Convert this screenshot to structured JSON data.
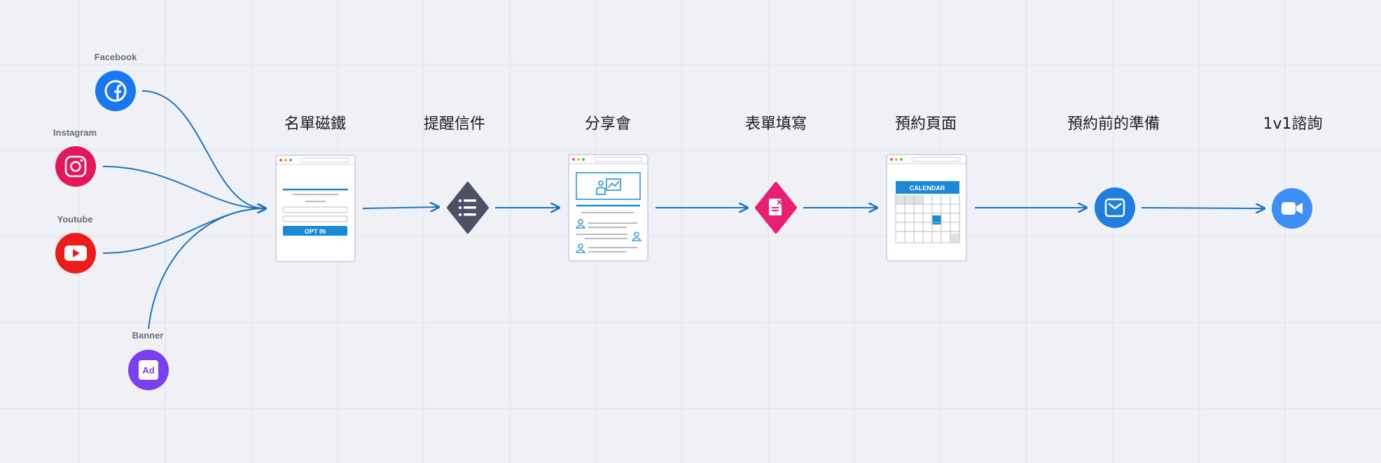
{
  "sources": [
    {
      "id": "facebook",
      "label": "Facebook",
      "icon": "facebook-icon",
      "color": "#1877f2"
    },
    {
      "id": "instagram",
      "label": "Instagram",
      "icon": "instagram-icon",
      "color": "#e4175c"
    },
    {
      "id": "youtube",
      "label": "Youtube",
      "icon": "youtube-icon",
      "color": "#ee1b1b"
    },
    {
      "id": "banner",
      "label": "Banner",
      "icon": "ad-icon",
      "color": "#7b3ff2",
      "icon_text": "Ad"
    }
  ],
  "stages": [
    {
      "id": "lead-magnet",
      "title": "名單磁鐵",
      "kind": "optin-page",
      "button": "OPT IN"
    },
    {
      "id": "reminder",
      "title": "提醒信件",
      "kind": "diamond-list",
      "color": "#4d5163"
    },
    {
      "id": "webinar",
      "title": "分享會",
      "kind": "webinar-page"
    },
    {
      "id": "form",
      "title": "表單填寫",
      "kind": "diamond-form",
      "color": "#ea1f72"
    },
    {
      "id": "booking",
      "title": "預約頁面",
      "kind": "calendar-page",
      "header": "CALENDAR"
    },
    {
      "id": "prep",
      "title": "預約前的準備",
      "kind": "email-circle",
      "color": "#1f7fe0"
    },
    {
      "id": "consult",
      "title": "1v1諮詢",
      "kind": "video-circle",
      "color": "#3d8ef5"
    }
  ],
  "colors": {
    "connector": "#1a76c4",
    "grid": "#e2e4ea",
    "page_border": "#c9ccd3",
    "accent": "#1a8ad8"
  }
}
